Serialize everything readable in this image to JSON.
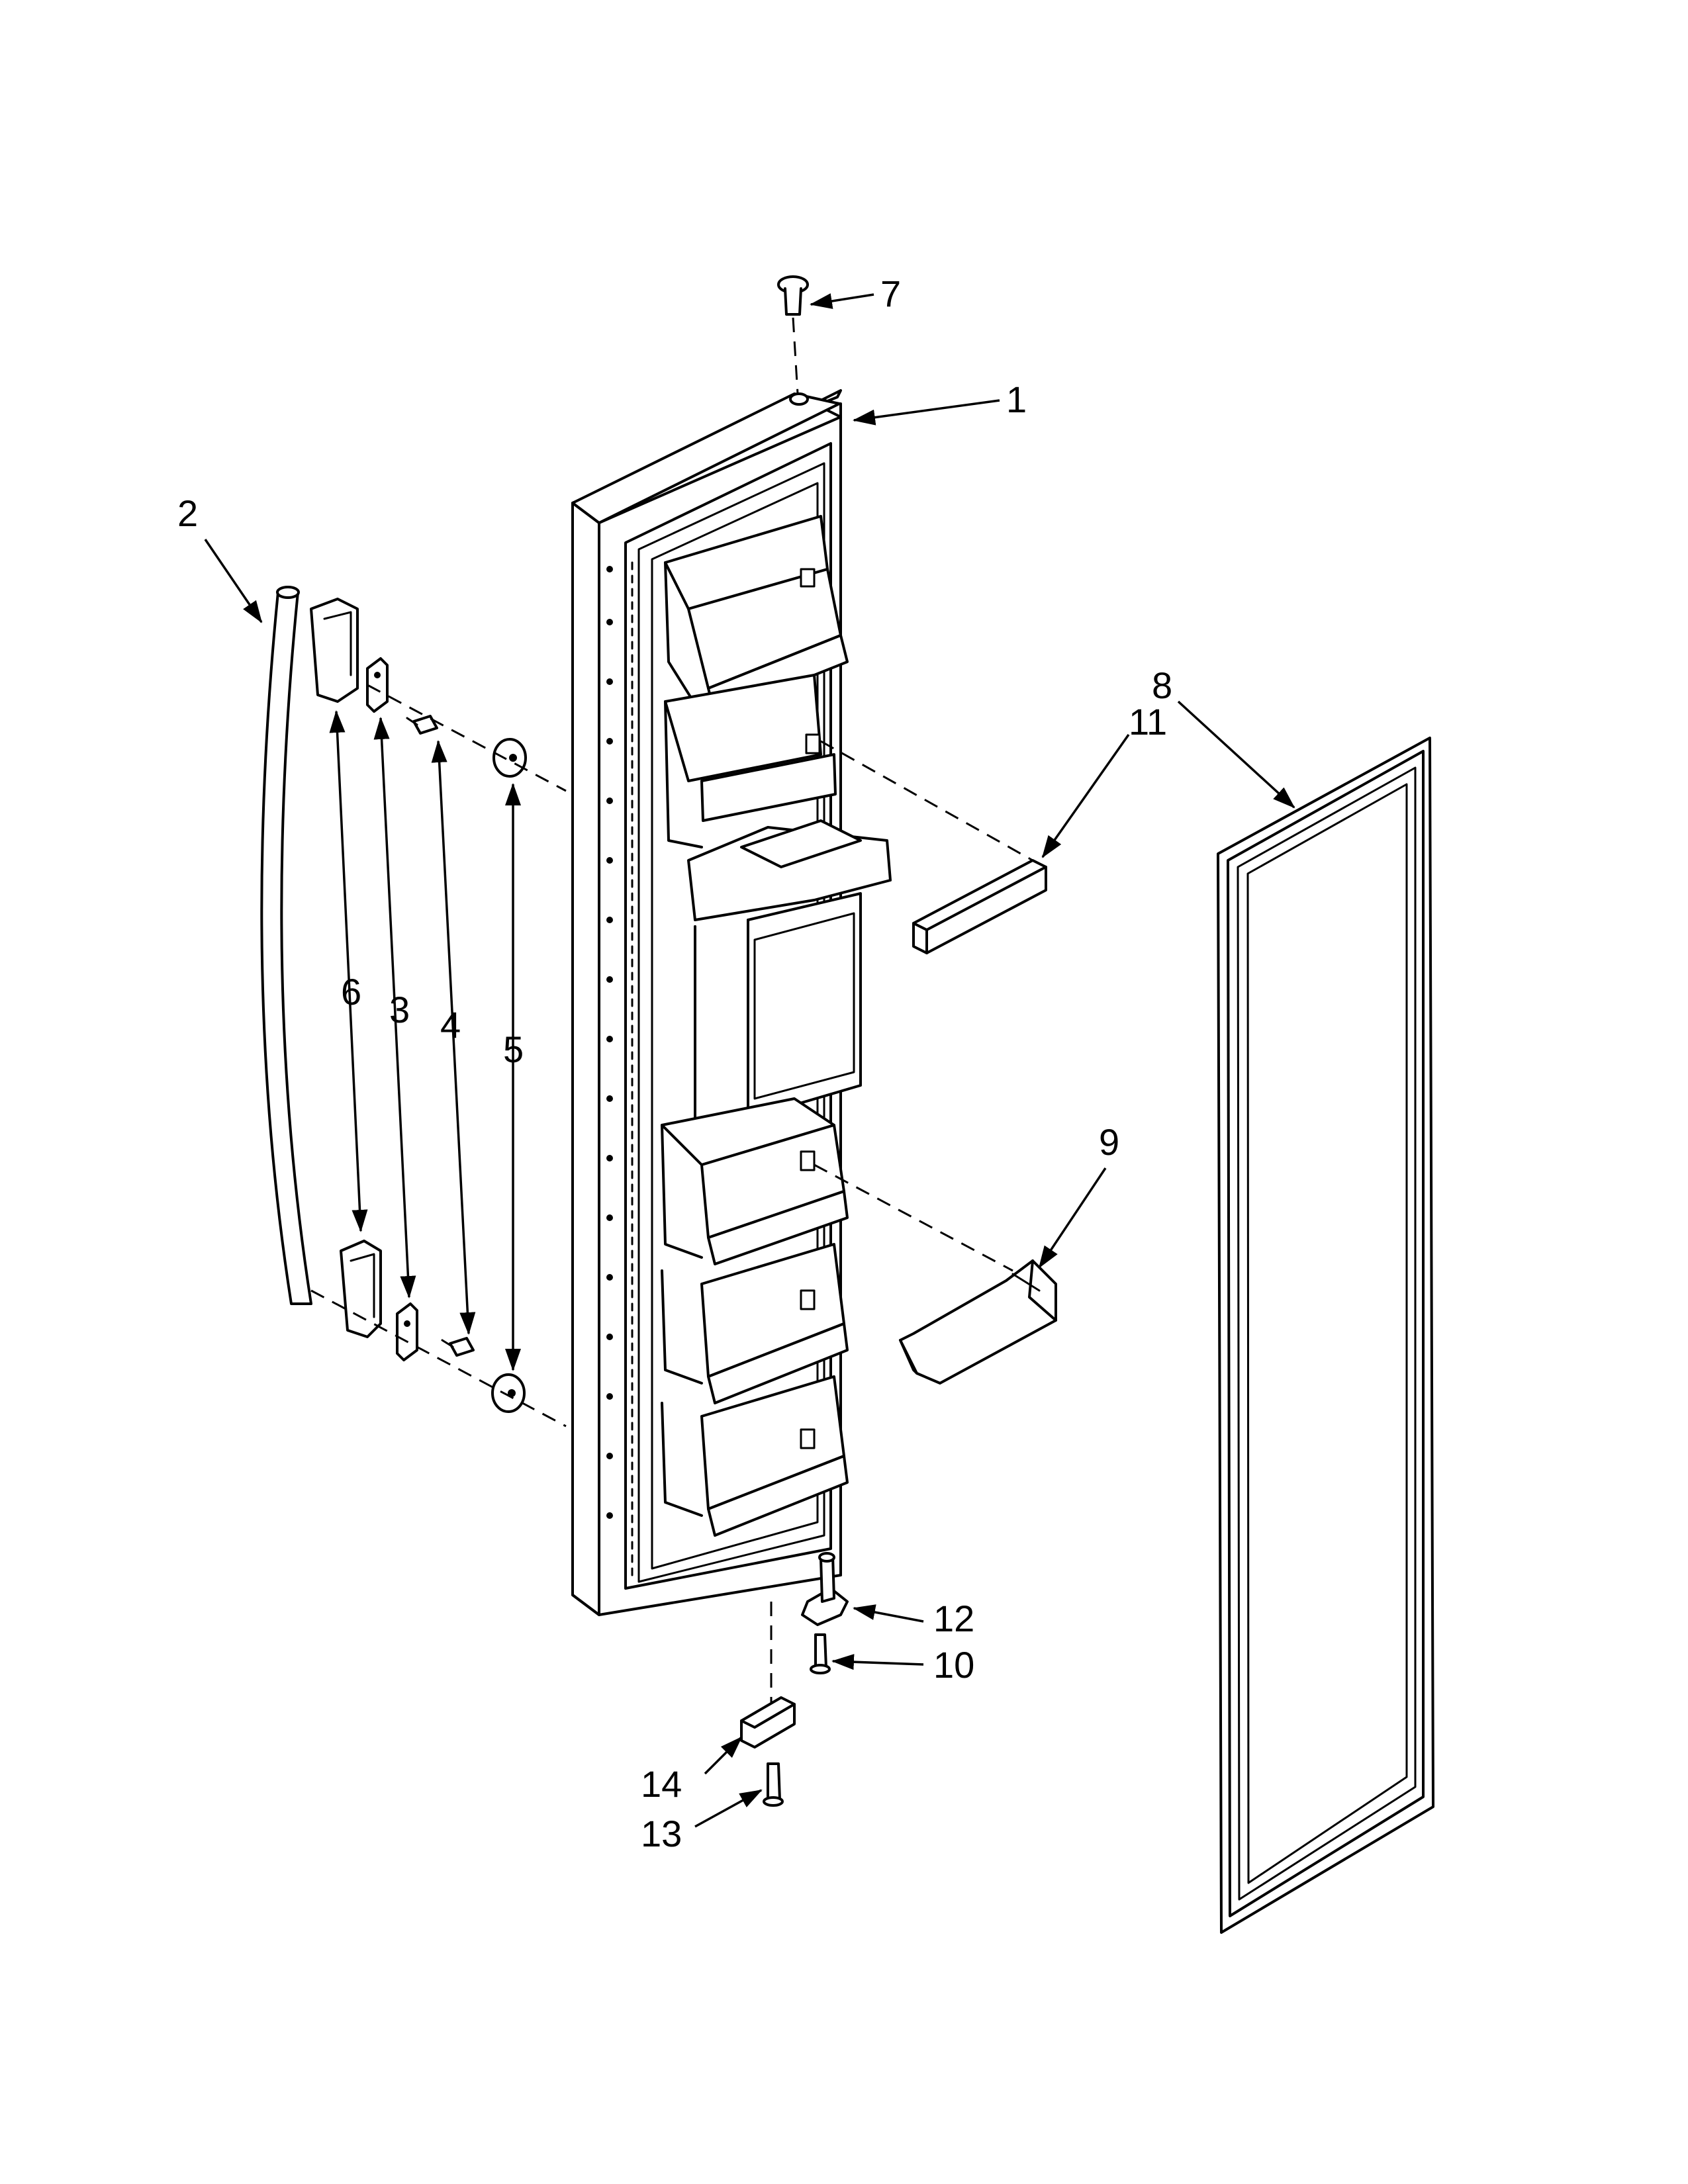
{
  "callouts": {
    "p1": "1",
    "p2": "2",
    "p3": "3",
    "p4": "4",
    "p5": "5",
    "p6": "6",
    "p7": "7",
    "p8": "8",
    "p9": "9",
    "p10": "10",
    "p11": "11",
    "p12": "12",
    "p13": "13",
    "p14": "14"
  },
  "colors": {
    "line": "#000000",
    "background": "#ffffff"
  }
}
